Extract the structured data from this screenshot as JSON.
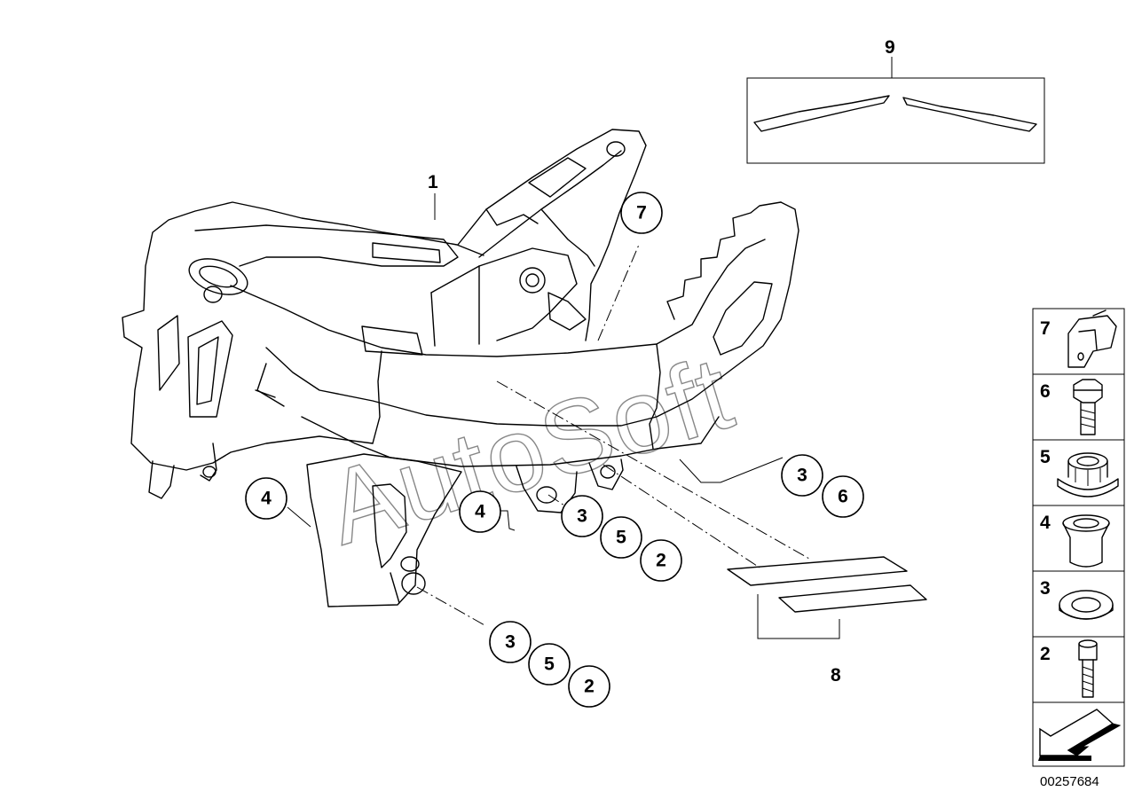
{
  "watermark": "AutoSoft",
  "document_number": "00257684",
  "callouts": {
    "main_frame": "1",
    "bracket_top": "7",
    "group_rear_top": [
      "3",
      "6"
    ],
    "bush_left": "4",
    "bush_mid": "4",
    "group_mid": [
      "3",
      "5",
      "2"
    ],
    "group_lower": [
      "3",
      "5",
      "2"
    ],
    "foam_pads": "8",
    "stickers": "9"
  },
  "legend": [
    {
      "number": "7",
      "icon": "bracket-icon"
    },
    {
      "number": "6",
      "icon": "hex-bolt-icon"
    },
    {
      "number": "5",
      "icon": "collar-nut-icon"
    },
    {
      "number": "4",
      "icon": "rubber-bush-icon"
    },
    {
      "number": "3",
      "icon": "washer-icon"
    },
    {
      "number": "2",
      "icon": "allen-screw-icon"
    },
    {
      "number": "",
      "icon": "navigation-arrow-icon"
    }
  ]
}
